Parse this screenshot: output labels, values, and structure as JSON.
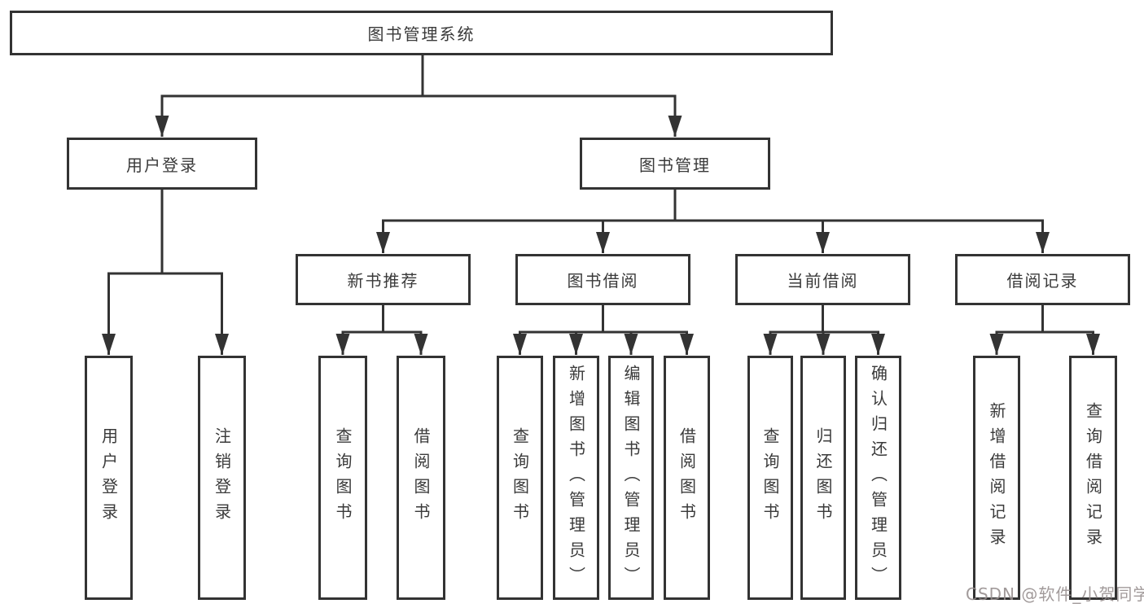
{
  "diagram": {
    "root": "图书管理系统",
    "login": {
      "label": "用户登录",
      "children": [
        "用户登录",
        "注销登录"
      ]
    },
    "management": {
      "label": "图书管理",
      "modules": [
        {
          "label": "新书推荐",
          "children": [
            "查询图书",
            "借阅图书"
          ]
        },
        {
          "label": "图书借阅",
          "children": [
            "查询图书",
            "新增图书（管理员）",
            "编辑图书（管理员）",
            "借阅图书"
          ]
        },
        {
          "label": "当前借阅",
          "children": [
            "查询图书",
            "归还图书",
            "确认归还（管理员）"
          ]
        },
        {
          "label": "借阅记录",
          "children": [
            "新增借阅记录",
            "查询借阅记录"
          ]
        }
      ]
    }
  },
  "watermark": {
    "text": "CSDN @软件_小贺同学",
    "color": "#948c8c"
  },
  "colors": {
    "line": "#333333",
    "box_border": "#333333",
    "text": "#3a3a3a",
    "background": "#ffffff"
  }
}
